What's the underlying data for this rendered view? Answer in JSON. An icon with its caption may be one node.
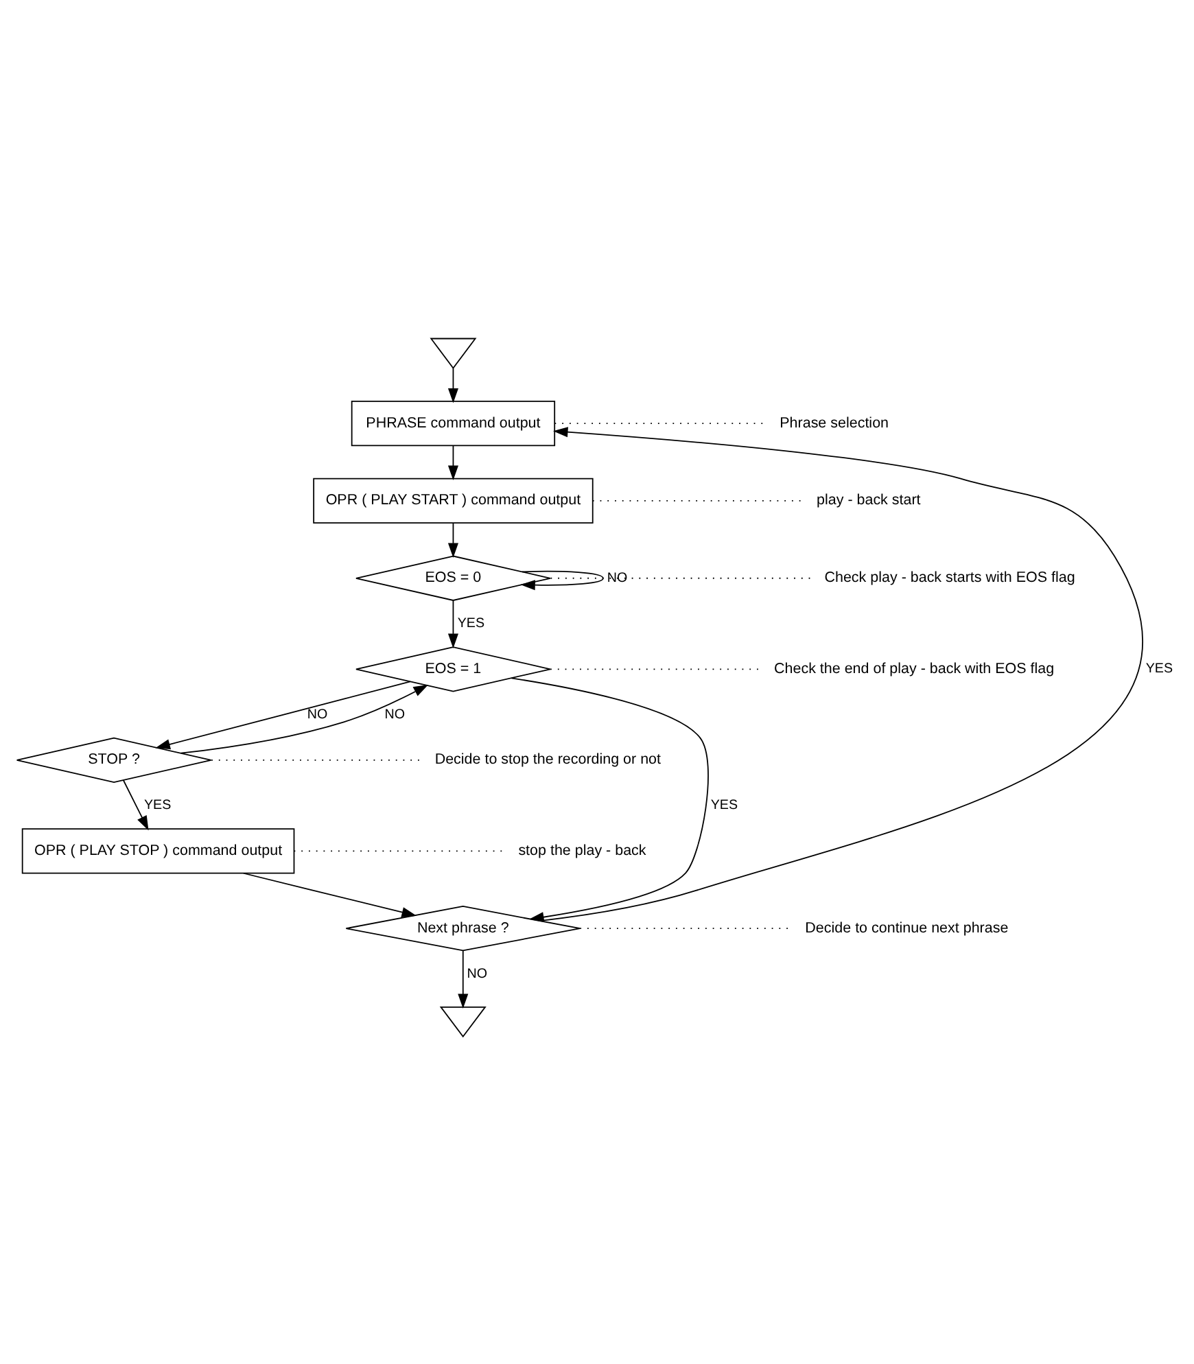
{
  "diagram": {
    "nodes": [
      {
        "text": [],
        "shape": "triangle"
      },
      {
        "text": [
          "PHRASE command output"
        ]
      },
      {
        "text": [
          "OPR ( PLAY START ) command output"
        ]
      },
      {
        "text": [
          "EOS = 0"
        ]
      },
      {
        "text": [
          "EOS = 1"
        ]
      },
      {
        "text": [
          "STOP ?"
        ]
      },
      {
        "text": [
          "OPR ( PLAY STOP ) command output"
        ]
      },
      {
        "text": [
          "Next phrase ?"
        ]
      },
      {
        "text": [],
        "shape": "triangle"
      },
      {
        "text": [
          "Phrase selection"
        ]
      },
      {
        "text": [
          "play - back start"
        ]
      },
      {
        "text": [
          "Check play - back starts with EOS flag"
        ]
      },
      {
        "text": [
          "Check the end of play - back with EOS flag"
        ]
      },
      {
        "text": [
          "Decide to stop the recording or not"
        ]
      },
      {
        "text": [
          "stop the play - back"
        ]
      },
      {
        "text": [
          "Decide to continue next phrase"
        ]
      }
    ],
    "edges": [
      {
        "from": 0,
        "to": 1,
        "arrow": "to"
      },
      {
        "from": 1,
        "to": 2,
        "arrow": "to"
      },
      {
        "from": 2,
        "to": 3,
        "arrow": "to"
      },
      {
        "from": 3,
        "to": 3,
        "arrow": "to",
        "label": "NO"
      },
      {
        "from": 3,
        "to": 4,
        "arrow": "to",
        "label": "YES"
      },
      {
        "from": 4,
        "to": 7,
        "arrow": "to",
        "label": "YES"
      },
      {
        "from": 4,
        "to": 5,
        "arrow": "to",
        "label": "NO"
      },
      {
        "from": 5,
        "to": 4,
        "arrow": "to",
        "label": "NO"
      },
      {
        "from": 5,
        "to": 6,
        "arrow": "to",
        "label": "YES"
      },
      {
        "from": 6,
        "to": 7,
        "arrow": "to"
      },
      {
        "from": 7,
        "to": 1,
        "arrow": "to",
        "label": "YES"
      },
      {
        "from": 7,
        "to": 8,
        "arrow": "to",
        "label": "NO"
      },
      {
        "from": 1,
        "to": 9,
        "arrow": "none",
        "style": "dashed"
      },
      {
        "from": 2,
        "to": 10,
        "arrow": "none",
        "style": "dashed"
      },
      {
        "from": 3,
        "to": 11,
        "arrow": "none",
        "style": "dashed"
      },
      {
        "from": 4,
        "to": 12,
        "arrow": "none",
        "style": "dashed"
      },
      {
        "from": 5,
        "to": 13,
        "arrow": "none",
        "style": "dashed"
      },
      {
        "from": 6,
        "to": 14,
        "arrow": "none",
        "style": "dashed"
      },
      {
        "from": 7,
        "to": 15,
        "arrow": "none",
        "style": "dashed"
      }
    ]
  }
}
